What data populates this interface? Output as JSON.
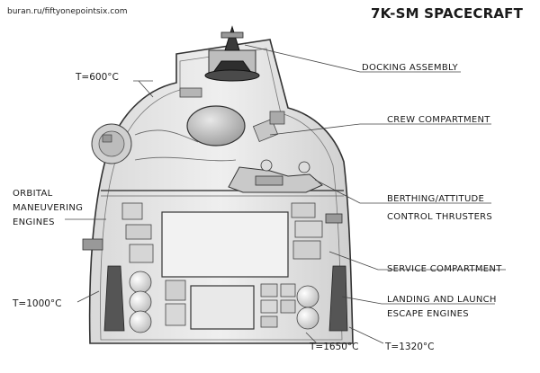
{
  "source": "buran.ru/fiftyonepointsix.com",
  "title": "7K-SM SPACECRAFT",
  "labels": {
    "docking_assembly": "DOCKING ASSEMBLY",
    "crew_compartment": "CREW COMPARTMENT",
    "berthing_line1": "BERTHING/ATTITUDE",
    "berthing_line2": "CONTROL THRUSTERS",
    "service_compartment": "SERVICE COMPARTMENT",
    "landing_line1": "LANDING AND LAUNCH",
    "landing_line2": "ESCAPE ENGINES",
    "orbital_line1": "ORBITAL",
    "orbital_line2": "MANEUVERING",
    "orbital_line3": "ENGINES"
  },
  "temperatures": {
    "t600": "T=600°C",
    "t1000": "T=1000°C",
    "t1650": "T=1650°C",
    "t1320": "T=1320°C"
  }
}
